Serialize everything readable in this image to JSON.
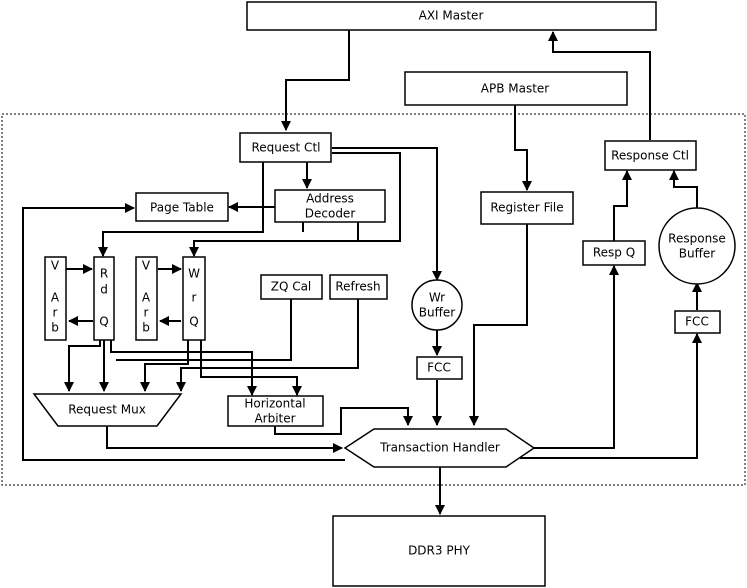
{
  "blocks": {
    "axi_master": "AXI Master",
    "apb_master": "APB Master",
    "request_ctl": "Request Ctl",
    "response_ctl": "Response Ctl",
    "page_table": "Page Table",
    "address_decoder": [
      "Address",
      "Decoder"
    ],
    "register_file": "Register File",
    "response_buffer": [
      "Response",
      "Buffer"
    ],
    "resp_q": "Resp Q",
    "fcc": "FCC",
    "v_arb": [
      "V",
      "A",
      "r",
      "b"
    ],
    "rd_q": [
      "R",
      "d",
      "Q"
    ],
    "wr_q": [
      "W",
      "r",
      "Q"
    ],
    "zq_cal": "ZQ Cal",
    "refresh": "Refresh",
    "wr_buffer": [
      "Wr",
      "Buffer"
    ],
    "request_mux": "Request Mux",
    "horizontal_arbiter": [
      "Horizontal",
      "Arbiter"
    ],
    "transaction_handler": "Transaction Handler",
    "ddr3_phy": "DDR3 PHY"
  }
}
